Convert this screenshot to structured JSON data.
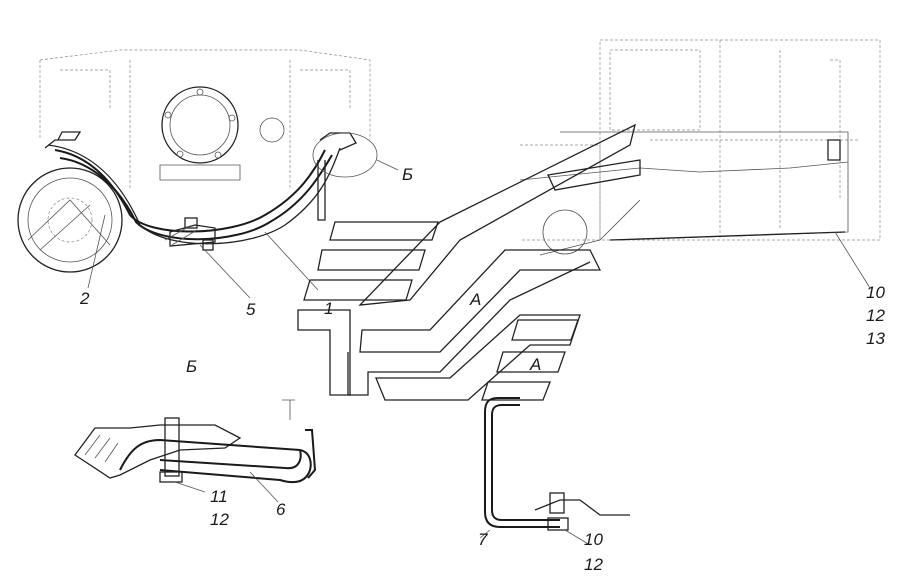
{
  "callouts": {
    "c1": "1",
    "c2": "2",
    "c5": "5",
    "c6": "6",
    "c7": "7",
    "c10a": "10",
    "c12a": "12",
    "c13": "13",
    "c11": "11",
    "c12b": "12",
    "c10b": "10",
    "c12c": "12"
  },
  "views": {
    "b_marker": "Б",
    "b_title": "Б",
    "a_marker": "А",
    "a_title": "А"
  }
}
